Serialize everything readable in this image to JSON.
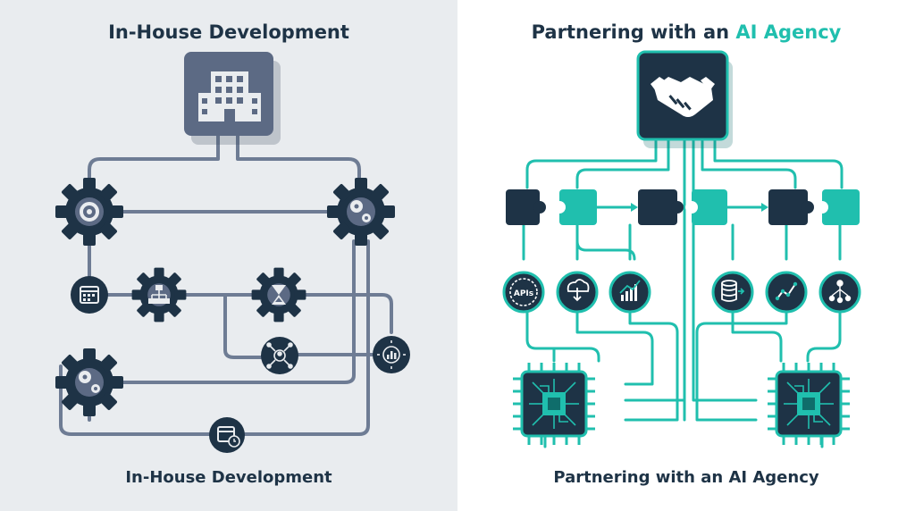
{
  "left": {
    "title": "In-House Development",
    "caption": "In-House Development"
  },
  "right": {
    "title_prefix": "Partnering with an ",
    "title_highlight": "AI Agency",
    "caption": "Partnering with an AI Agency",
    "apis_label": "APIs"
  },
  "colors": {
    "left_bg": "#e9ecef",
    "navy": "#1e3346",
    "slate_line": "#6e7c94",
    "slate_box": "#5c6a84",
    "teal": "#20bfae",
    "teal_dark": "#0f6d6b"
  }
}
